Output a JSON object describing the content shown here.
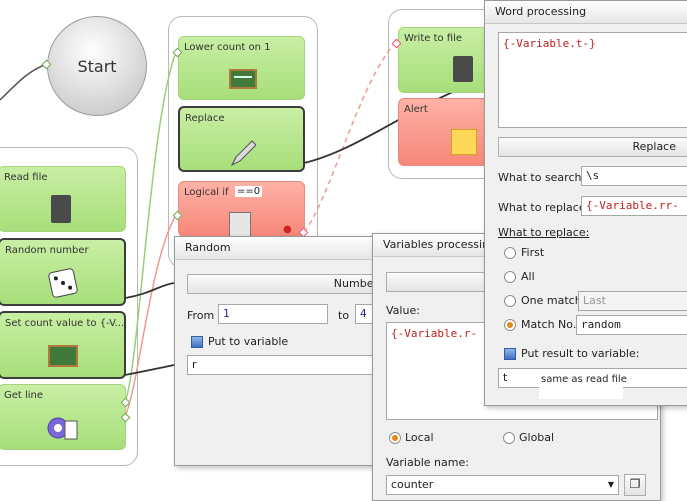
{
  "start_label": "Start",
  "blocks": {
    "lower_count": "Lower count on 1",
    "replace": "Replace",
    "logical_if": "Logical if",
    "logical_if_expr": "==0",
    "write_file": "Write to file",
    "alert": "Alert",
    "read_file": "Read file",
    "random_number": "Random number",
    "set_count": "Set count value to {-V...",
    "get_line": "Get line"
  },
  "random_dialog": {
    "title": "Random",
    "header_button": "Number",
    "from_label": "From",
    "from_value": "1",
    "to_label": "to",
    "to_value": "4",
    "put_to_variable": "Put to variable",
    "variable_value": "r"
  },
  "varproc_dialog": {
    "title": "Variables processing",
    "value_label": "Value:",
    "value_text": "{-Variable.r-",
    "local": "Local",
    "global": "Global",
    "variable_name_label": "Variable name:",
    "variable_name_value": "counter"
  },
  "word_dialog": {
    "title": "Word processing",
    "text_value": "{-Variable.t-}",
    "replace_button": "Replace",
    "what_to_search_label": "What to search",
    "what_to_search_value": "\\s",
    "what_to_replace_label": "What to replace",
    "what_to_replace_value": "{-Variable.rr-",
    "what_to_replace_heading": "What to replace:",
    "options": {
      "first": "First",
      "all": "All",
      "one_match": "One match",
      "one_match_placeholder": "Last",
      "match_no": "Match No.",
      "match_no_value": "random"
    },
    "put_result": "Put result to variable:",
    "result_value": "t",
    "annotation": "same as read file"
  },
  "colors": {
    "green_block": "#a7de7a",
    "red_block": "#f7877a",
    "accent_radio": "#e08a1e",
    "mono_text": "#c02020"
  }
}
